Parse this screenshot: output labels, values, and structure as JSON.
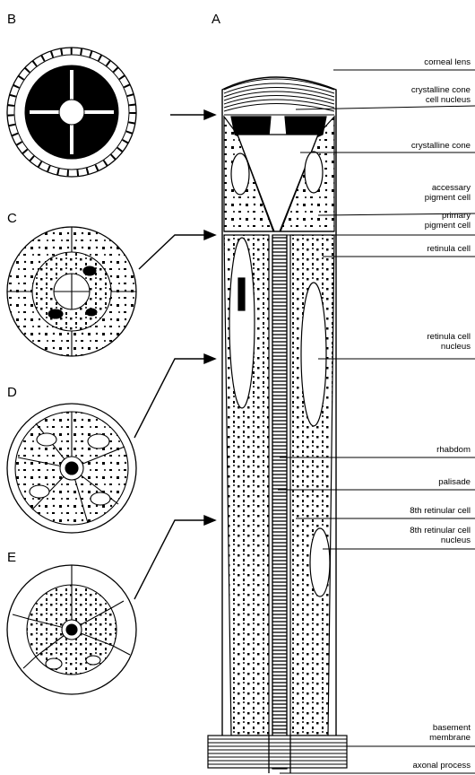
{
  "panels": {
    "a": "A",
    "b": "B",
    "c": "C",
    "d": "D",
    "e": "E"
  },
  "labels": {
    "corneal_lens": "corneal lens",
    "crystalline_cone_nucleus_1": "crystalline cone",
    "crystalline_cone_nucleus_2": "cell nucleus",
    "crystalline_cone": "crystalline cone",
    "accessory_pigment_1": "accessary",
    "accessory_pigment_2": "pigment cell",
    "primary_pigment_1": "primary",
    "primary_pigment_2": "pigment cell",
    "retinula_cell": "retinula cell",
    "retinula_nucleus_1": "retinula cell",
    "retinula_nucleus_2": "nucleus",
    "rhabdom": "rhabdom",
    "palisade": "palisade",
    "eighth_retinular_cell": "8th retinular cell",
    "eighth_retinular_nucleus_1": "8th retinular cell",
    "eighth_retinular_nucleus_2": "nucleus",
    "basement_membrane_1": "basement",
    "basement_membrane_2": "membrane",
    "axonal_process": "axonal process"
  },
  "colors": {
    "ink": "#000000",
    "paper": "#ffffff"
  }
}
